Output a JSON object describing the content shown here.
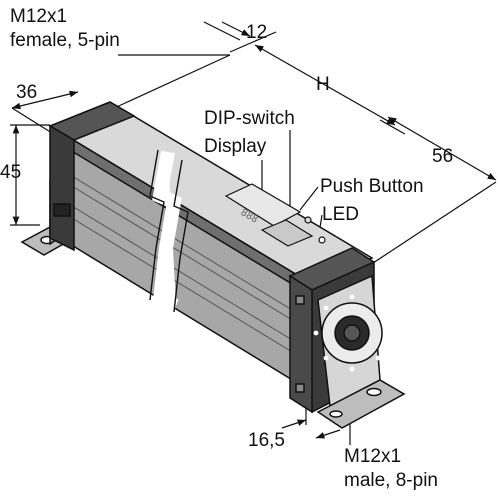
{
  "labels": {
    "connector_top_line1": "M12x1",
    "connector_top_line2": "female, 5-pin",
    "dim_width": "12",
    "dim_depth": "36",
    "dim_height": "45",
    "dim_length": "H",
    "dim_end": "56",
    "dip_switch": "DIP-switch",
    "display": "Display",
    "push_button": "Push Button",
    "led": "LED",
    "dim_bracket": "16,5",
    "connector_bottom_line1": "M12x1",
    "connector_bottom_line2": "male, 8-pin"
  },
  "colors": {
    "body_light": "#d9d9d9",
    "body_mid": "#a7a7a7",
    "body_dark": "#6f6f6f",
    "endcap": "#3a3a3a",
    "line": "#111111"
  }
}
